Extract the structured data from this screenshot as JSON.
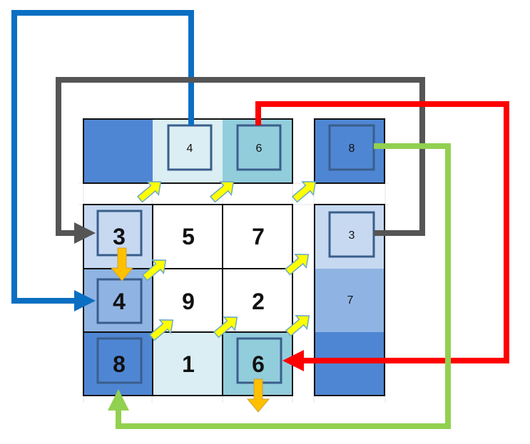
{
  "grid": {
    "rows": [
      [
        "3",
        "5",
        "7"
      ],
      [
        "4",
        "9",
        "2"
      ],
      [
        "8",
        "1",
        "6"
      ]
    ]
  },
  "top_strip": {
    "boxes": [
      "4",
      "6"
    ],
    "corner_box": "8"
  },
  "right_strip": {
    "boxes": [
      "3"
    ],
    "values": [
      "7"
    ]
  },
  "colors": {
    "blue_path": "#0A6FC2",
    "gray_path": "#555555",
    "red_path": "#FF0000",
    "green_path": "#92D050",
    "diagonal_arrow": "#FFFF00",
    "down_arrow": "#FFC000",
    "dark_blue": "#4F86D3",
    "mid_blue": "#8FB4E3",
    "light_blue": "#C6D9F1",
    "pale_blue": "#DAEEF3",
    "teal": "#92CDDC",
    "box_border": "#3A5E8C"
  }
}
